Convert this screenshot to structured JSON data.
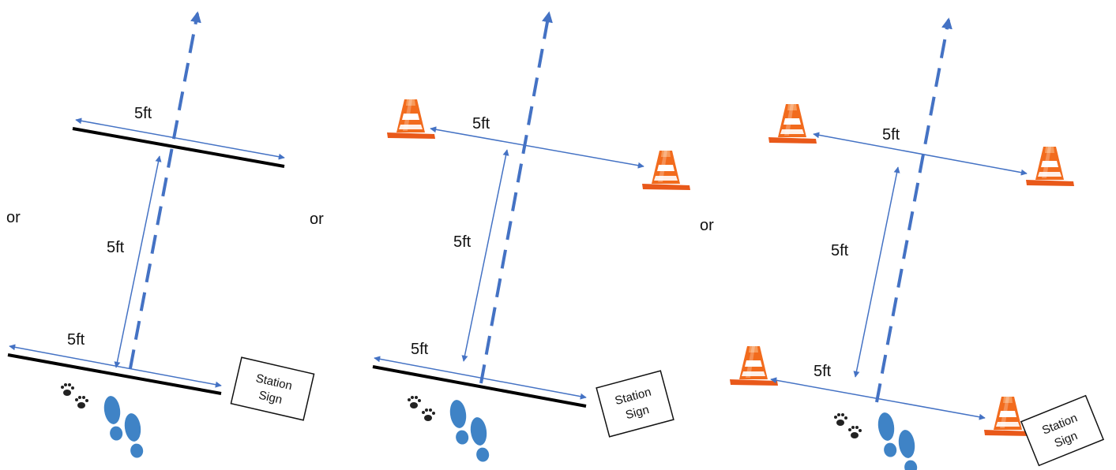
{
  "colors": {
    "arrow_blue": "#4472C4",
    "path_blue": "#4472C4",
    "line_black": "#000000",
    "cone_orange": "#F26B1D",
    "footprint_blue": "#3F83C6"
  },
  "separators": {
    "or_1": "or",
    "or_2": "or",
    "or_3": "or"
  },
  "panels": [
    {
      "top_width_label": "5ft",
      "gap_label": "5ft",
      "bottom_width_label": "5ft",
      "markers": "lines",
      "sign": {
        "line1": "Station",
        "line2": "Sign"
      },
      "icons": [
        "paw-prints-icon",
        "footprints-icon"
      ]
    },
    {
      "top_width_label": "5ft",
      "gap_label": "5ft",
      "bottom_width_label": "5ft",
      "markers": "cones-top-line-bottom",
      "sign": {
        "line1": "Station",
        "line2": "Sign"
      },
      "icons": [
        "traffic-cone-icon",
        "paw-prints-icon",
        "footprints-icon"
      ]
    },
    {
      "top_width_label": "5ft",
      "gap_label": "5ft",
      "bottom_width_label": "5ft",
      "markers": "cones",
      "sign": {
        "line1": "Station",
        "line2": "Sign"
      },
      "icons": [
        "traffic-cone-icon",
        "paw-prints-icon",
        "footprints-icon"
      ]
    }
  ]
}
